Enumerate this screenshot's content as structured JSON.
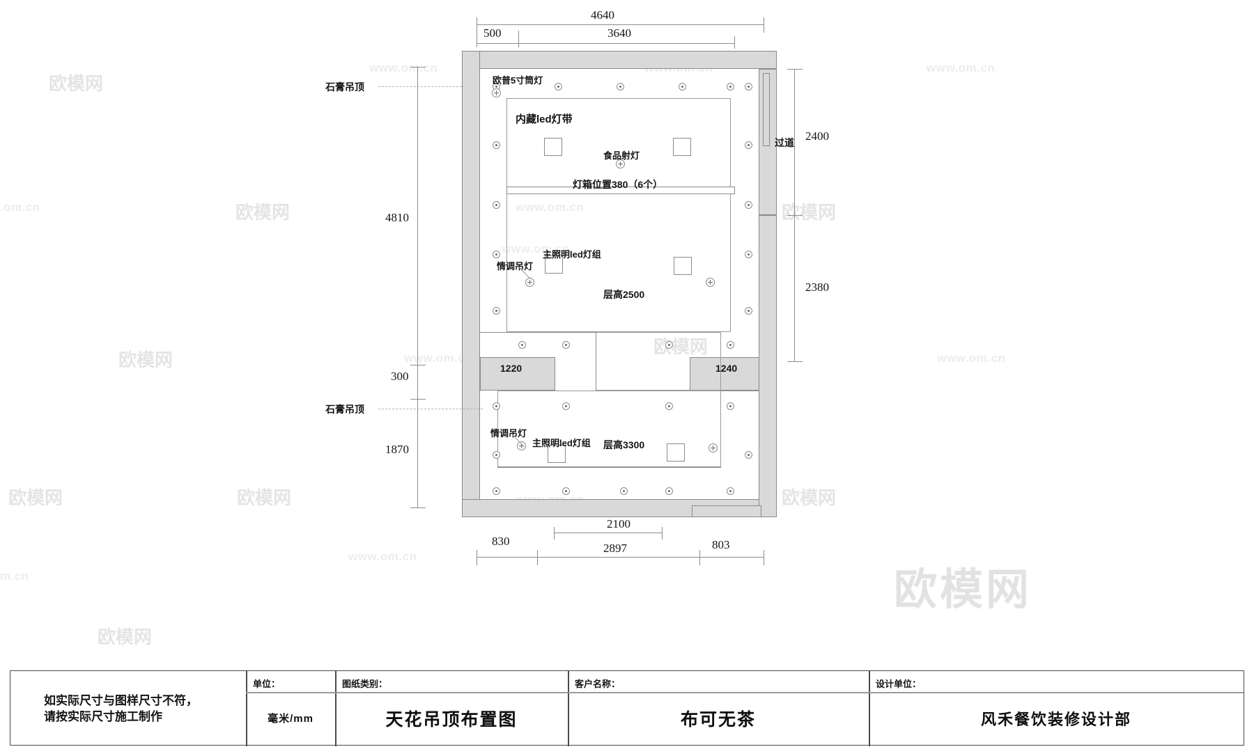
{
  "drawing": {
    "type": "architectural-ceiling-plan",
    "top_dimensions": [
      {
        "label": "4640",
        "span": "overall-top"
      },
      {
        "label": "500",
        "span": "left-segment"
      },
      {
        "label": "3640",
        "span": "right-segment"
      }
    ],
    "left_dimensions": [
      {
        "label": "4810"
      },
      {
        "label": "300"
      },
      {
        "label": "1870"
      }
    ],
    "right_dimensions": [
      {
        "label": "2400"
      },
      {
        "label": "2380"
      }
    ],
    "bottom_dimensions": [
      {
        "label": "2100"
      },
      {
        "label": "830"
      },
      {
        "label": "2897"
      },
      {
        "label": "803"
      }
    ],
    "callouts": [
      {
        "name": "gypsum-ceiling-upper",
        "label": "石膏吊顶"
      },
      {
        "name": "gypsum-ceiling-lower",
        "label": "石膏吊顶"
      },
      {
        "name": "opple-downlight",
        "label": "欧普5寸筒灯"
      },
      {
        "name": "hidden-led-strip",
        "label": "内藏led灯带"
      },
      {
        "name": "food-spotlight",
        "label": "食品射灯"
      },
      {
        "name": "lightbox-position",
        "label": "灯箱位置380（6个）"
      },
      {
        "name": "main-led-group-upper",
        "label": "主照明led灯组"
      },
      {
        "name": "mood-pendant-upper",
        "label": "情调吊灯"
      },
      {
        "name": "main-led-group-lower",
        "label": "主照明led灯组"
      },
      {
        "name": "mood-pendant-lower",
        "label": "情调吊灯"
      },
      {
        "name": "ceiling-height-2500",
        "label": "层高2500"
      },
      {
        "name": "ceiling-height-3300",
        "label": "层高3300"
      },
      {
        "name": "corridor",
        "label": "过道"
      },
      {
        "name": "opening-width-1220",
        "label": "1220"
      },
      {
        "name": "opening-width-1240",
        "label": "1240"
      }
    ],
    "watermarks": [
      {
        "text": "www.om.cn"
      },
      {
        "text": "欧模网"
      }
    ]
  },
  "title_block": {
    "note_line1": "如实际尺寸与图样尺寸不符，",
    "note_line2": "请按实际尺寸施工制作",
    "fields": [
      {
        "name": "unit",
        "header": "单位：",
        "value": "毫米/mm"
      },
      {
        "name": "drawing-type",
        "header": "图纸类别：",
        "value": "天花吊顶布置图"
      },
      {
        "name": "client-name",
        "header": "客户名称：",
        "value": "布可无茶"
      },
      {
        "name": "design-unit",
        "header": "设计单位：",
        "value": "风禾餐饮装修设计部"
      }
    ]
  },
  "colors": {
    "line": "#8c8c8c",
    "wall_fill": "#d9d9d9",
    "text": "#141414",
    "frame": "#4a4a4a",
    "watermark": "#000000"
  }
}
